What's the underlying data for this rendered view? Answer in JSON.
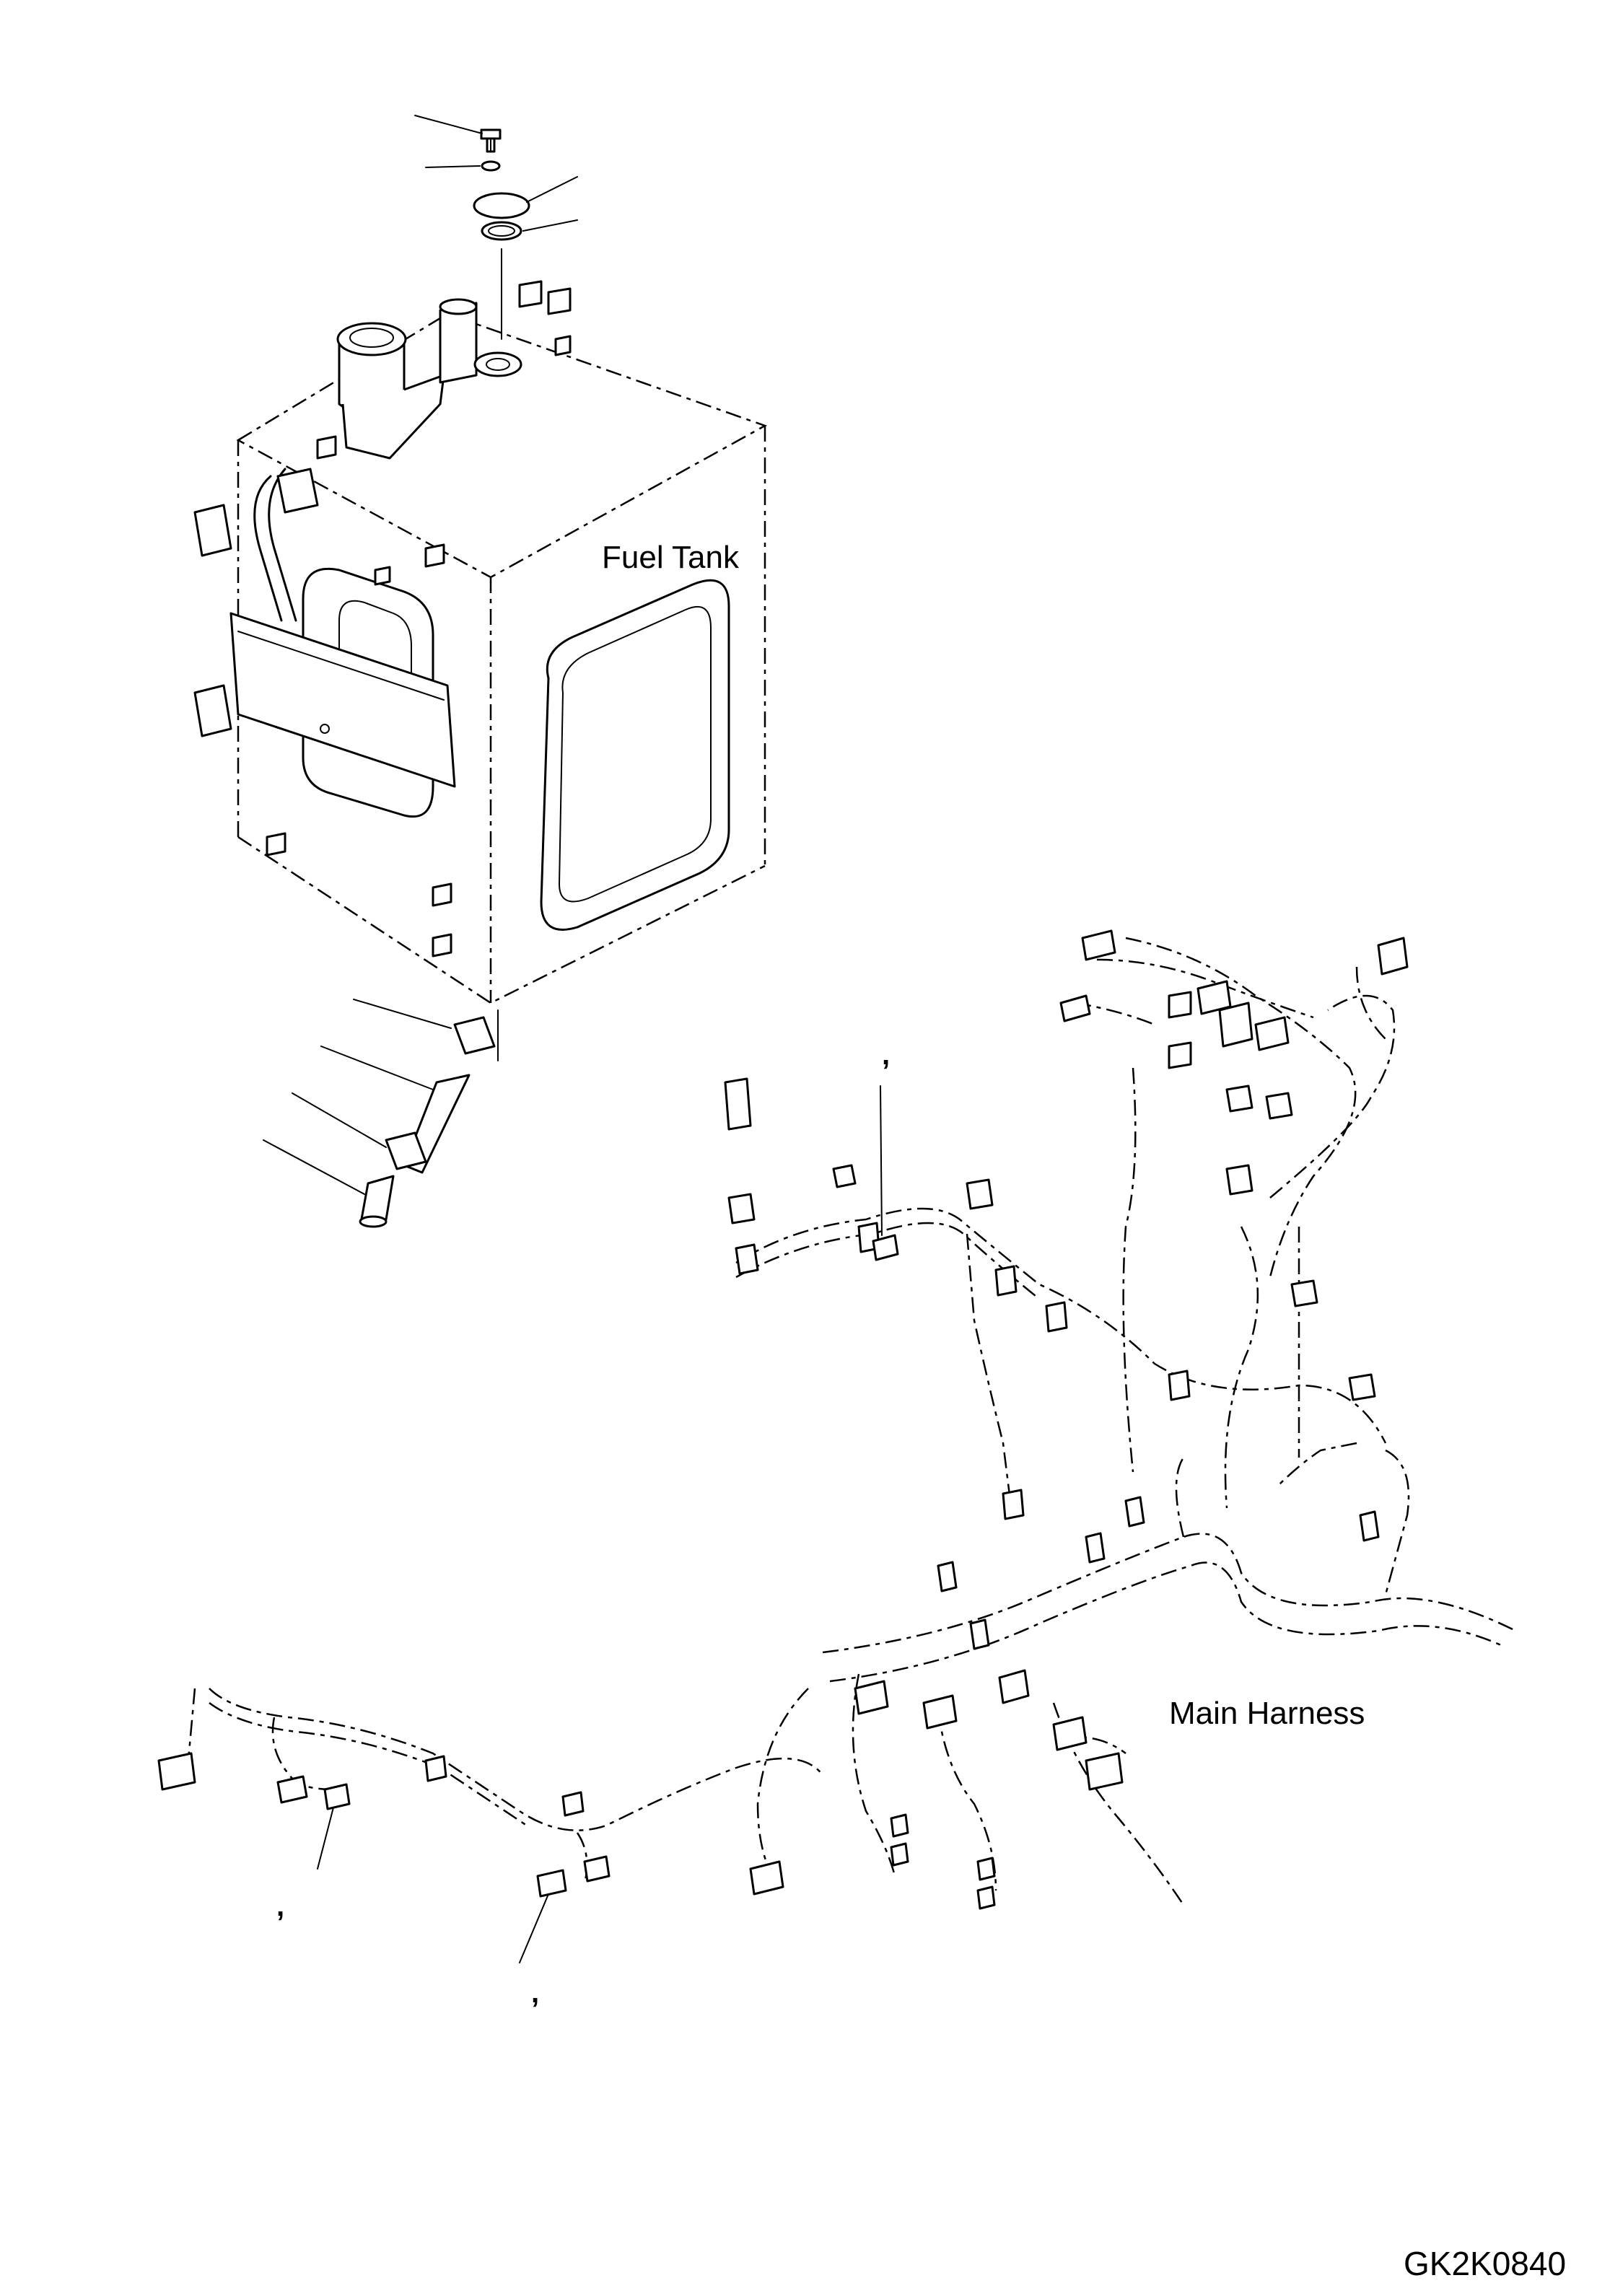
{
  "labels": {
    "fuel_tank": "Fuel Tank",
    "main_harness": "Main Harness",
    "drawing_code": "GK2K0840"
  },
  "callout_marks": {
    "upper_connector": ",",
    "lower_left_connector": ",",
    "lower_mid_connector": ","
  },
  "colors": {
    "line": "#000000",
    "background": "#ffffff"
  }
}
